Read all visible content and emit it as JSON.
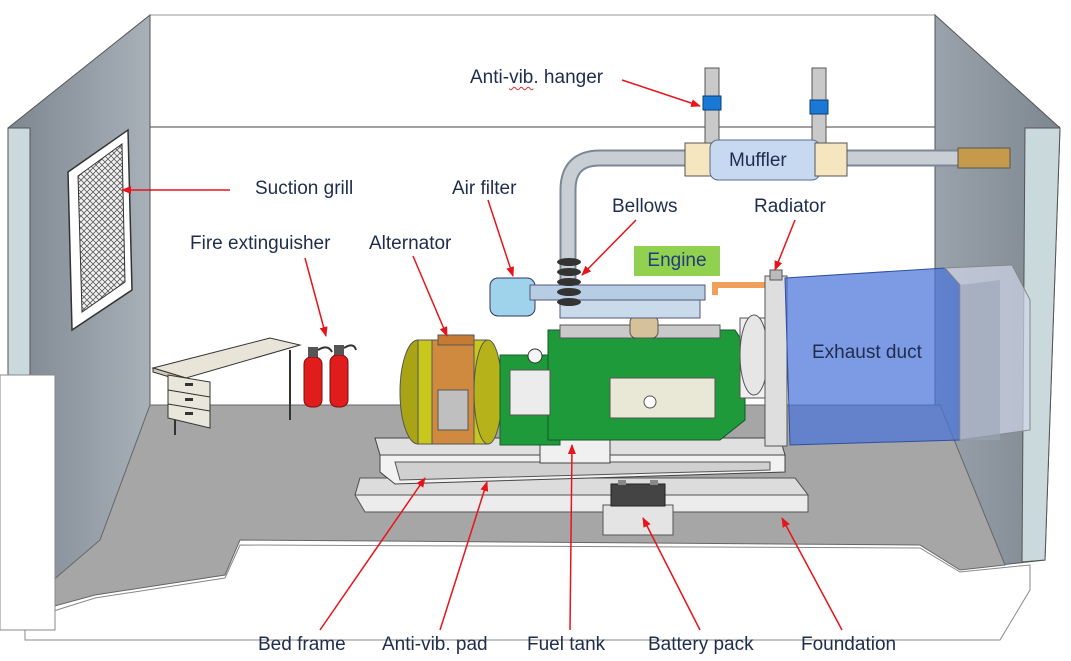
{
  "labels": {
    "anti_vib_hanger_pre": "Anti-",
    "anti_vib_hanger_squig": "vib",
    "anti_vib_hanger_post": ". hanger",
    "muffler": "Muffler",
    "suction_grill": "Suction grill",
    "air_filter": "Air filter",
    "bellows": "Bellows",
    "radiator": "Radiator",
    "fire_extinguisher": "Fire extinguisher",
    "alternator": "Alternator",
    "engine": "Engine",
    "exhaust_duct": "Exhaust duct",
    "bed_frame": "Bed frame",
    "anti_vib_pad": "Anti-vib. pad",
    "fuel_tank": "Fuel tank",
    "battery_pack": "Battery pack",
    "foundation": "Foundation"
  },
  "colors": {
    "arrow": "#e8141c",
    "label_text": "#1f2d4d",
    "engine_tag": "#92d050",
    "engine_body": "#1e9a3a",
    "alternator": "#b5b21a",
    "exhaust_duct": "#4a74d9",
    "muffler": "#c6d9f1",
    "wall": "#8c96a0",
    "floor": "#a6a6a6",
    "extinguisher": "#e01c1c"
  }
}
